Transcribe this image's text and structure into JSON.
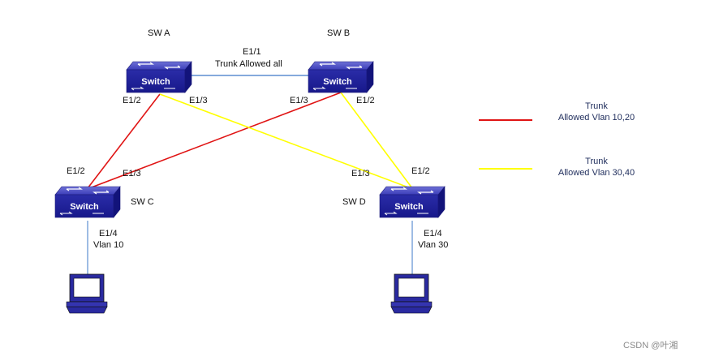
{
  "switches": {
    "a": {
      "name": "SW A",
      "icon_text": "Switch"
    },
    "b": {
      "name": "SW B",
      "icon_text": "Switch"
    },
    "c": {
      "name": "SW C",
      "icon_text": "Switch"
    },
    "d": {
      "name": "SW D",
      "icon_text": "Switch"
    }
  },
  "links": {
    "ab": {
      "port": "E1/1",
      "desc": "Trunk Allowed all",
      "color": "#3c78c8"
    },
    "a_ports": {
      "left": "E1/2",
      "right": "E1/3"
    },
    "b_ports": {
      "left": "E1/3",
      "right": "E1/2"
    },
    "c_ports": {
      "left": "E1/2",
      "right": "E1/3"
    },
    "d_ports": {
      "left": "E1/3",
      "right": "E1/2"
    },
    "red_color": "#e01414",
    "yellow_color": "#ffff00"
  },
  "hosts": {
    "c": {
      "port": "E1/4",
      "vlan": "Vlan 10"
    },
    "d": {
      "port": "E1/4",
      "vlan": "Vlan 30"
    }
  },
  "legend": {
    "red": {
      "line1": "Trunk",
      "line2": "Allowed Vlan 10,20"
    },
    "yellow": {
      "line1": "Trunk",
      "line2": "Allowed Vlan 30,40"
    }
  },
  "watermark": "CSDN @叶湘"
}
